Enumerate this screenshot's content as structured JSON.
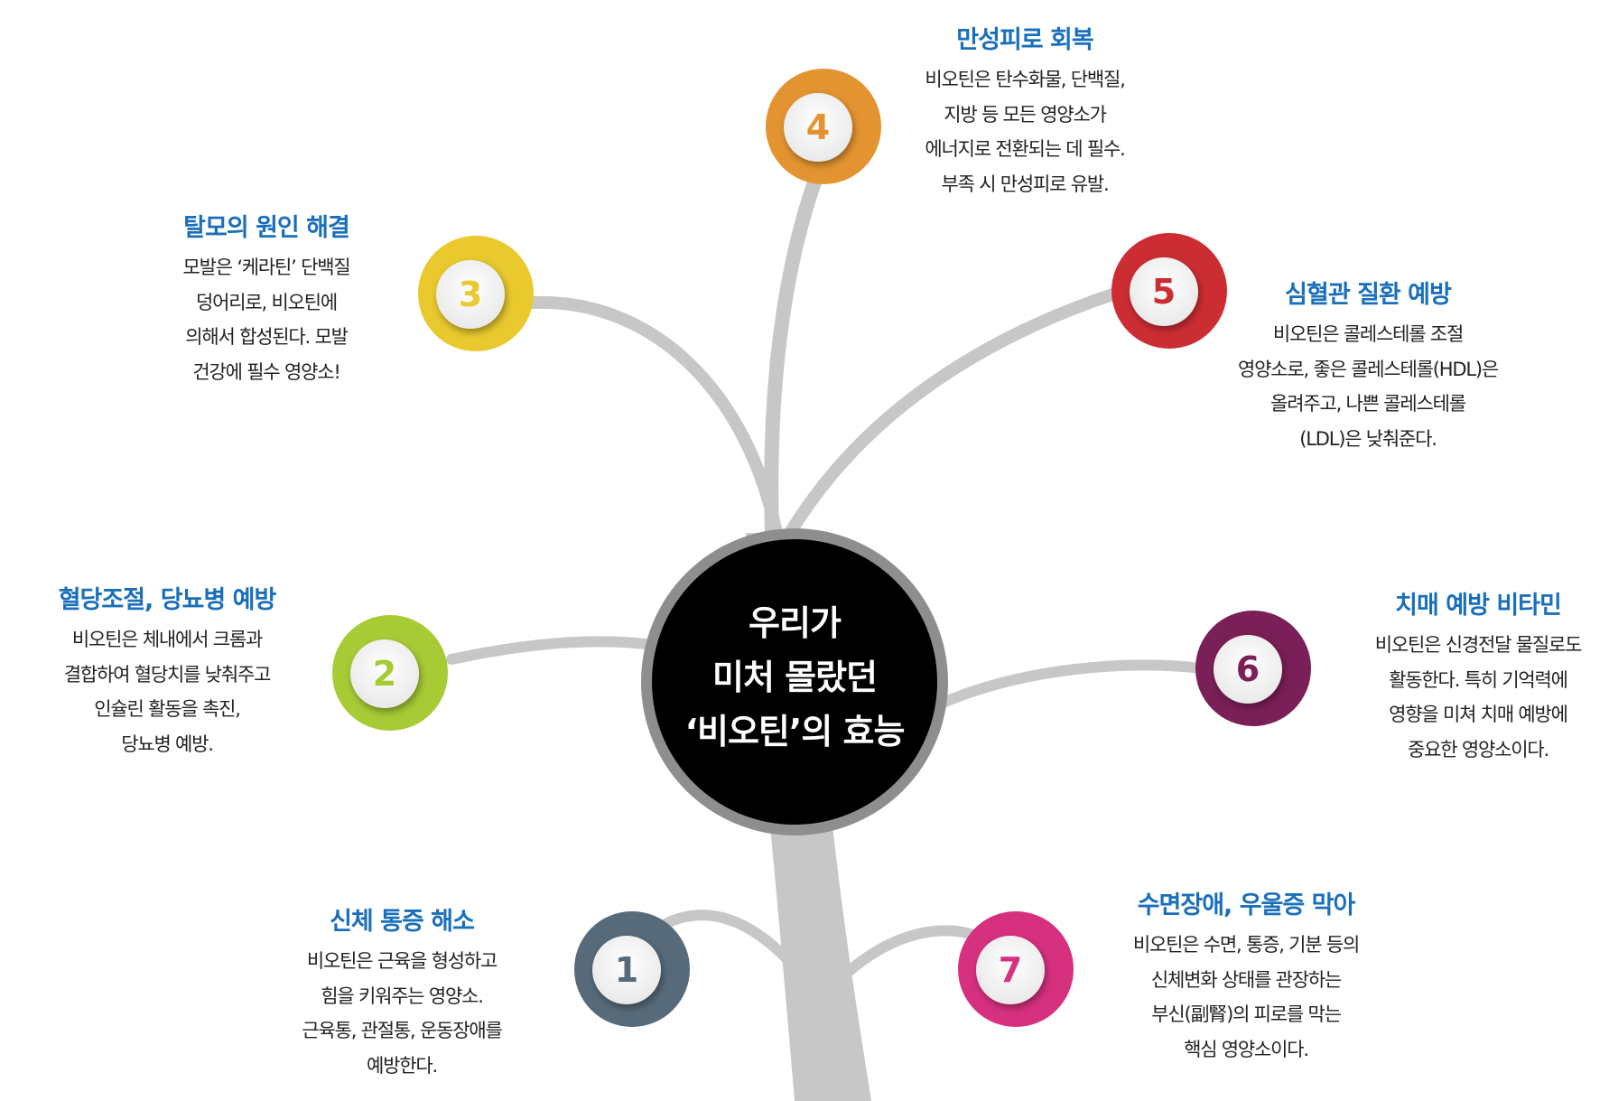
{
  "center": {
    "lines": [
      "우리가",
      "미처 몰랐던",
      "‘비오틴’의 효능"
    ]
  },
  "title_color": "#1a6fba",
  "items": [
    {
      "number": "1",
      "color": "#566a7a",
      "title": "신체 통증 해소",
      "lines": [
        "비오틴은 근육을 형성하고",
        "힘을 키워주는 영양소.",
        "근육통, 관절통, 운동장애를",
        "예방한다."
      ]
    },
    {
      "number": "2",
      "color": "#a7cb35",
      "title": "혈당조절, 당뇨병 예방",
      "lines": [
        "비오틴은 체내에서 크롬과",
        "결합하여 혈당치를 낮춰주고",
        "인슐린 활동을 촉진,",
        "당뇨병 예방."
      ]
    },
    {
      "number": "3",
      "color": "#e9c92d",
      "title": "탈모의 원인 해결",
      "lines": [
        "모발은 ‘케라틴’ 단백질",
        "덩어리로, 비오틴에",
        "의해서 합성된다. 모발",
        "건강에 필수 영양소!"
      ]
    },
    {
      "number": "4",
      "color": "#e39431",
      "title": "만성피로 회복",
      "lines": [
        "비오틴은 탄수화물, 단백질,",
        "지방 등 모든 영양소가",
        "에너지로 전환되는 데 필수.",
        "부족 시 만성피로 유발."
      ]
    },
    {
      "number": "5",
      "color": "#cc2d33",
      "title": "심혈관 질환 예방",
      "lines": [
        "비오틴은 콜레스테롤 조절",
        "영양소로, 좋은 콜레스테롤(HDL)은",
        "올려주고, 나쁜 콜레스테롤",
        "(LDL)은 낮춰준다."
      ]
    },
    {
      "number": "6",
      "color": "#7a1f57",
      "title": "치매 예방 비타민",
      "lines": [
        "비오틴은 신경전달 물질로도",
        "활동한다. 특히 기억력에",
        "영향을 미쳐 치매 예방에",
        "중요한 영양소이다."
      ]
    },
    {
      "number": "7",
      "color": "#d6307f",
      "title": "수면장애, 우울증 막아",
      "lines": [
        "비오틴은 수면, 통증, 기분 등의",
        "신체변화 상태를 관장하는",
        "부신(副腎)의 피로를 막는",
        "핵심 영양소이다."
      ]
    }
  ]
}
